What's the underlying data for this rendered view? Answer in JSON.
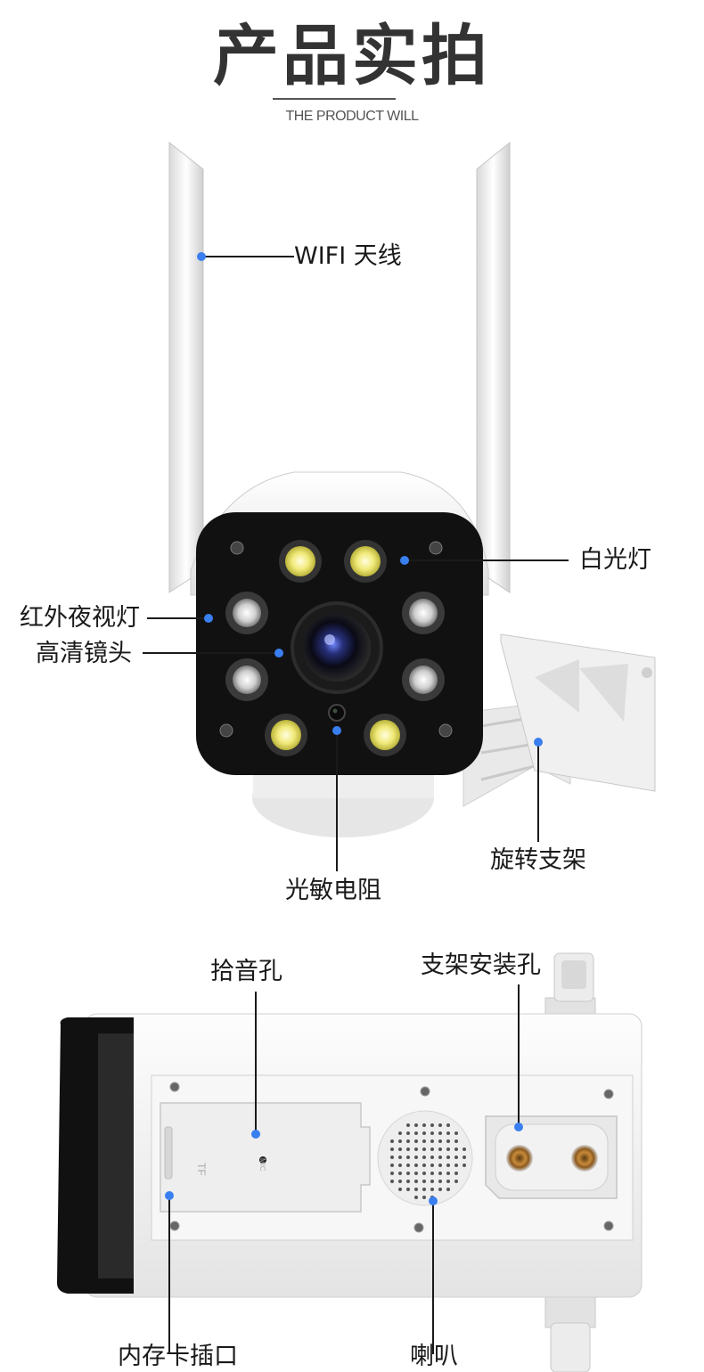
{
  "header": {
    "title": "产品实拍",
    "subtitle": "THE PRODUCT WILL"
  },
  "callouts_front": {
    "antenna": "WIFI 天线",
    "white_light": "白光灯",
    "ir_light": "红外夜视灯",
    "lens": "高清镜头",
    "photoresistor": "光敏电阻",
    "bracket": "旋转支架"
  },
  "callouts_bottom": {
    "mic": "拾音孔",
    "mount_holes": "支架安装孔",
    "tf_slot": "内存卡插口",
    "speaker": "喇叭"
  },
  "device_markings": {
    "tf": "TF",
    "mic": "MIC"
  },
  "colors": {
    "dot_blue": "#3a7ff0",
    "face_black": "#111111",
    "body_white": "#f2f2f2",
    "led_yellow": "#f1ea7a"
  }
}
